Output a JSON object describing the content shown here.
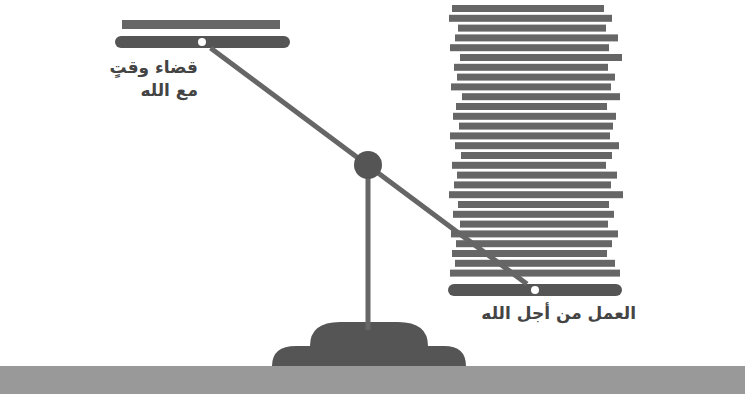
{
  "diagram": {
    "nodes": [
      {
        "text": [
          "قضاء وقتٍ مع الله"
        ]
      },
      {
        "text": [
          "العمل من أجل الله"
        ]
      }
    ],
    "edges": [
      {
        "from": 0,
        "to": 1,
        "arrow": "none"
      }
    ]
  }
}
